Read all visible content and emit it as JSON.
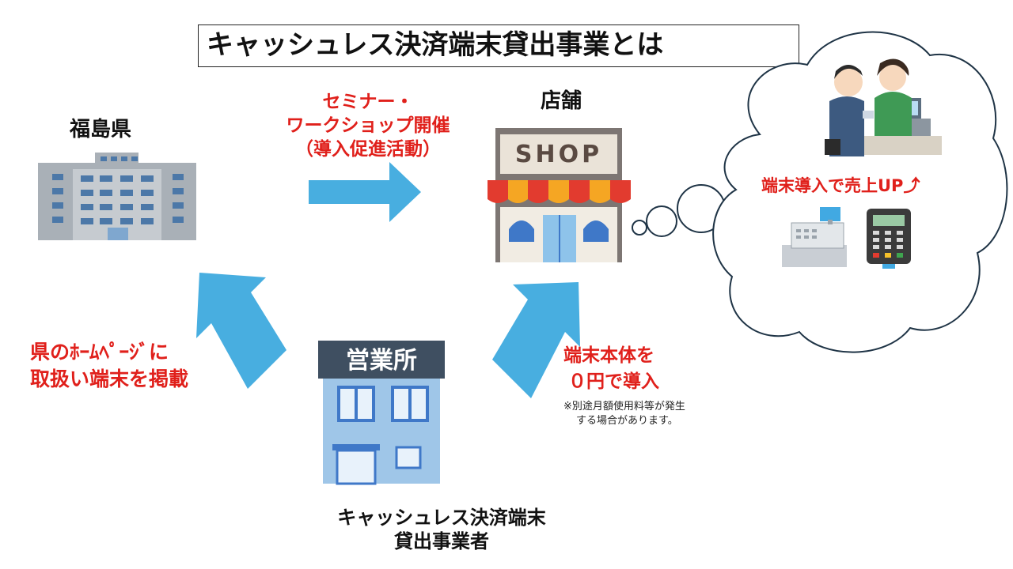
{
  "title": "キャッシュレス決済端末貸出事業とは",
  "nodes": {
    "prefecture": "福島県",
    "store": "店舗",
    "provider_line1": "キャッシュレス決済端末",
    "provider_line2": "貸出事業者"
  },
  "edges": {
    "seminar_line1": "セミナー・",
    "seminar_line2": "ワークショップ開催",
    "seminar_line3": "（導入促進活動）",
    "homepage_line1": "県のﾎｰﾑﾍﾟｰｼﾞに",
    "homepage_line2": "取扱い端末を掲載",
    "terminal_line1": "端末本体を",
    "terminal_line2": "０円で導入",
    "note_line1": "※別途月額使用料等が発生",
    "note_line2": "する場合があります。"
  },
  "bubble": {
    "text": "端末導入で売上UP⤴"
  },
  "illustrations": {
    "shop_sign": "SHOP",
    "office_sign": "営業所"
  },
  "colors": {
    "arrow": "#48aee0",
    "accent_red": "#e0201b",
    "building_gray": "#a9b0b7",
    "office_blue": "#9fc6e8",
    "bubble_stroke": "#1f3446"
  }
}
